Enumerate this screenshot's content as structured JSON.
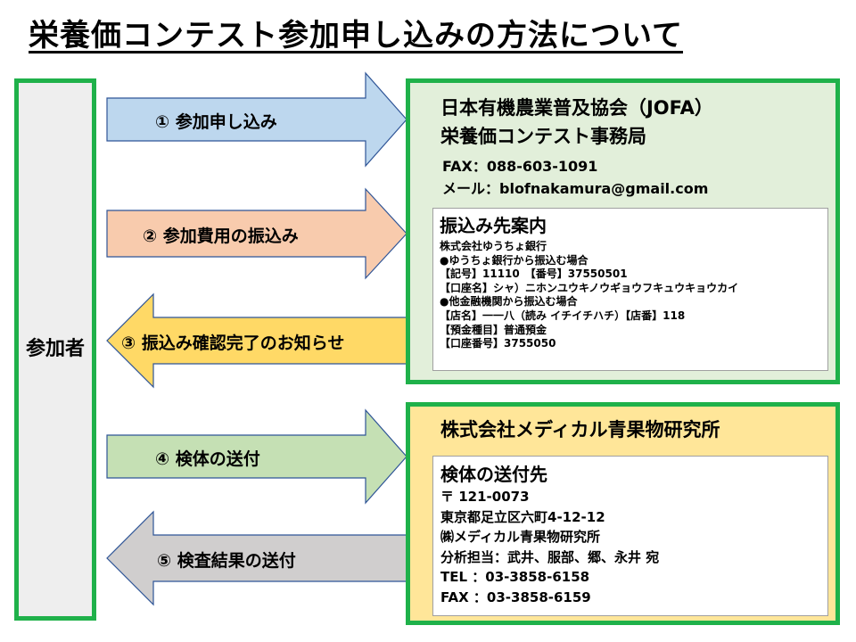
{
  "title": "栄養価コンテスト参加申し込みの方法について",
  "participant": "参加者",
  "steps": [
    {
      "label": "① 参加申し込み",
      "direction": "right",
      "color": "#bdd7ee"
    },
    {
      "label": "② 参加費用の振込み",
      "direction": "right",
      "color": "#f8cbad"
    },
    {
      "label": "③ 振込み確認完了のお知らせ",
      "direction": "left",
      "color": "#ffd966"
    },
    {
      "label": "④ 検体の送付",
      "direction": "right",
      "color": "#c5e0b4"
    },
    {
      "label": "⑤ 検査結果の送付",
      "direction": "left",
      "color": "#d0cece"
    }
  ],
  "jofa": {
    "name_line1": "日本有機農業普及協会（JOFA）",
    "name_line2": "栄養価コンテスト事務局",
    "fax": "FAX：088-603-1091",
    "mail": "メール：blofnakamura@gmail.com"
  },
  "bank": {
    "title": "振込み先案内",
    "lines": [
      "株式会社ゆうちょ銀行",
      "●ゆうちょ銀行から振込む場合",
      "【記号】11110　【番号】37550501",
      "【口座名】シャ）ニホンユウキノウギョウフキュウキョウカイ",
      "●他金融機関から振込む場合",
      "【店名】一一八（読み イチイチハチ）【店番】118",
      "【預金種目】普通預金",
      "【口座番号】3755050"
    ]
  },
  "medical": {
    "name": "株式会社メディカル青果物研究所",
    "dest_title": "検体の送付先",
    "lines": [
      "〒 121-0073",
      "東京都足立区六町4-12-12",
      "㈱メディカル青果物研究所",
      "分析担当：武井、服部、郷、永井 宛",
      "TEL ：03-3858-6158",
      "FAX ：03-3858-6159"
    ]
  },
  "colors": {
    "border_green": "#1fb14a",
    "arrow_stroke": "#2f5597",
    "jofa_bg": "#e2efda",
    "medical_bg": "#ffe699",
    "participant_bg": "#eeeeee"
  }
}
